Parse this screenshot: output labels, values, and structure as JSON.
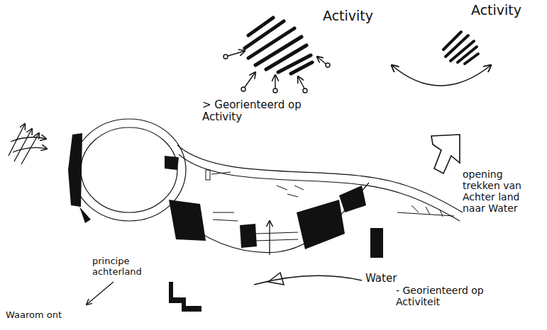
{
  "diagram": {
    "labels": [
      "Activity",
      "Activity",
      "> Georienteerd op Activity",
      "opening trekken van Achter land naar Water",
      "Water",
      "- Georienteerd op Activiteit",
      "principe achterland",
      "Waarom ont"
    ]
  }
}
